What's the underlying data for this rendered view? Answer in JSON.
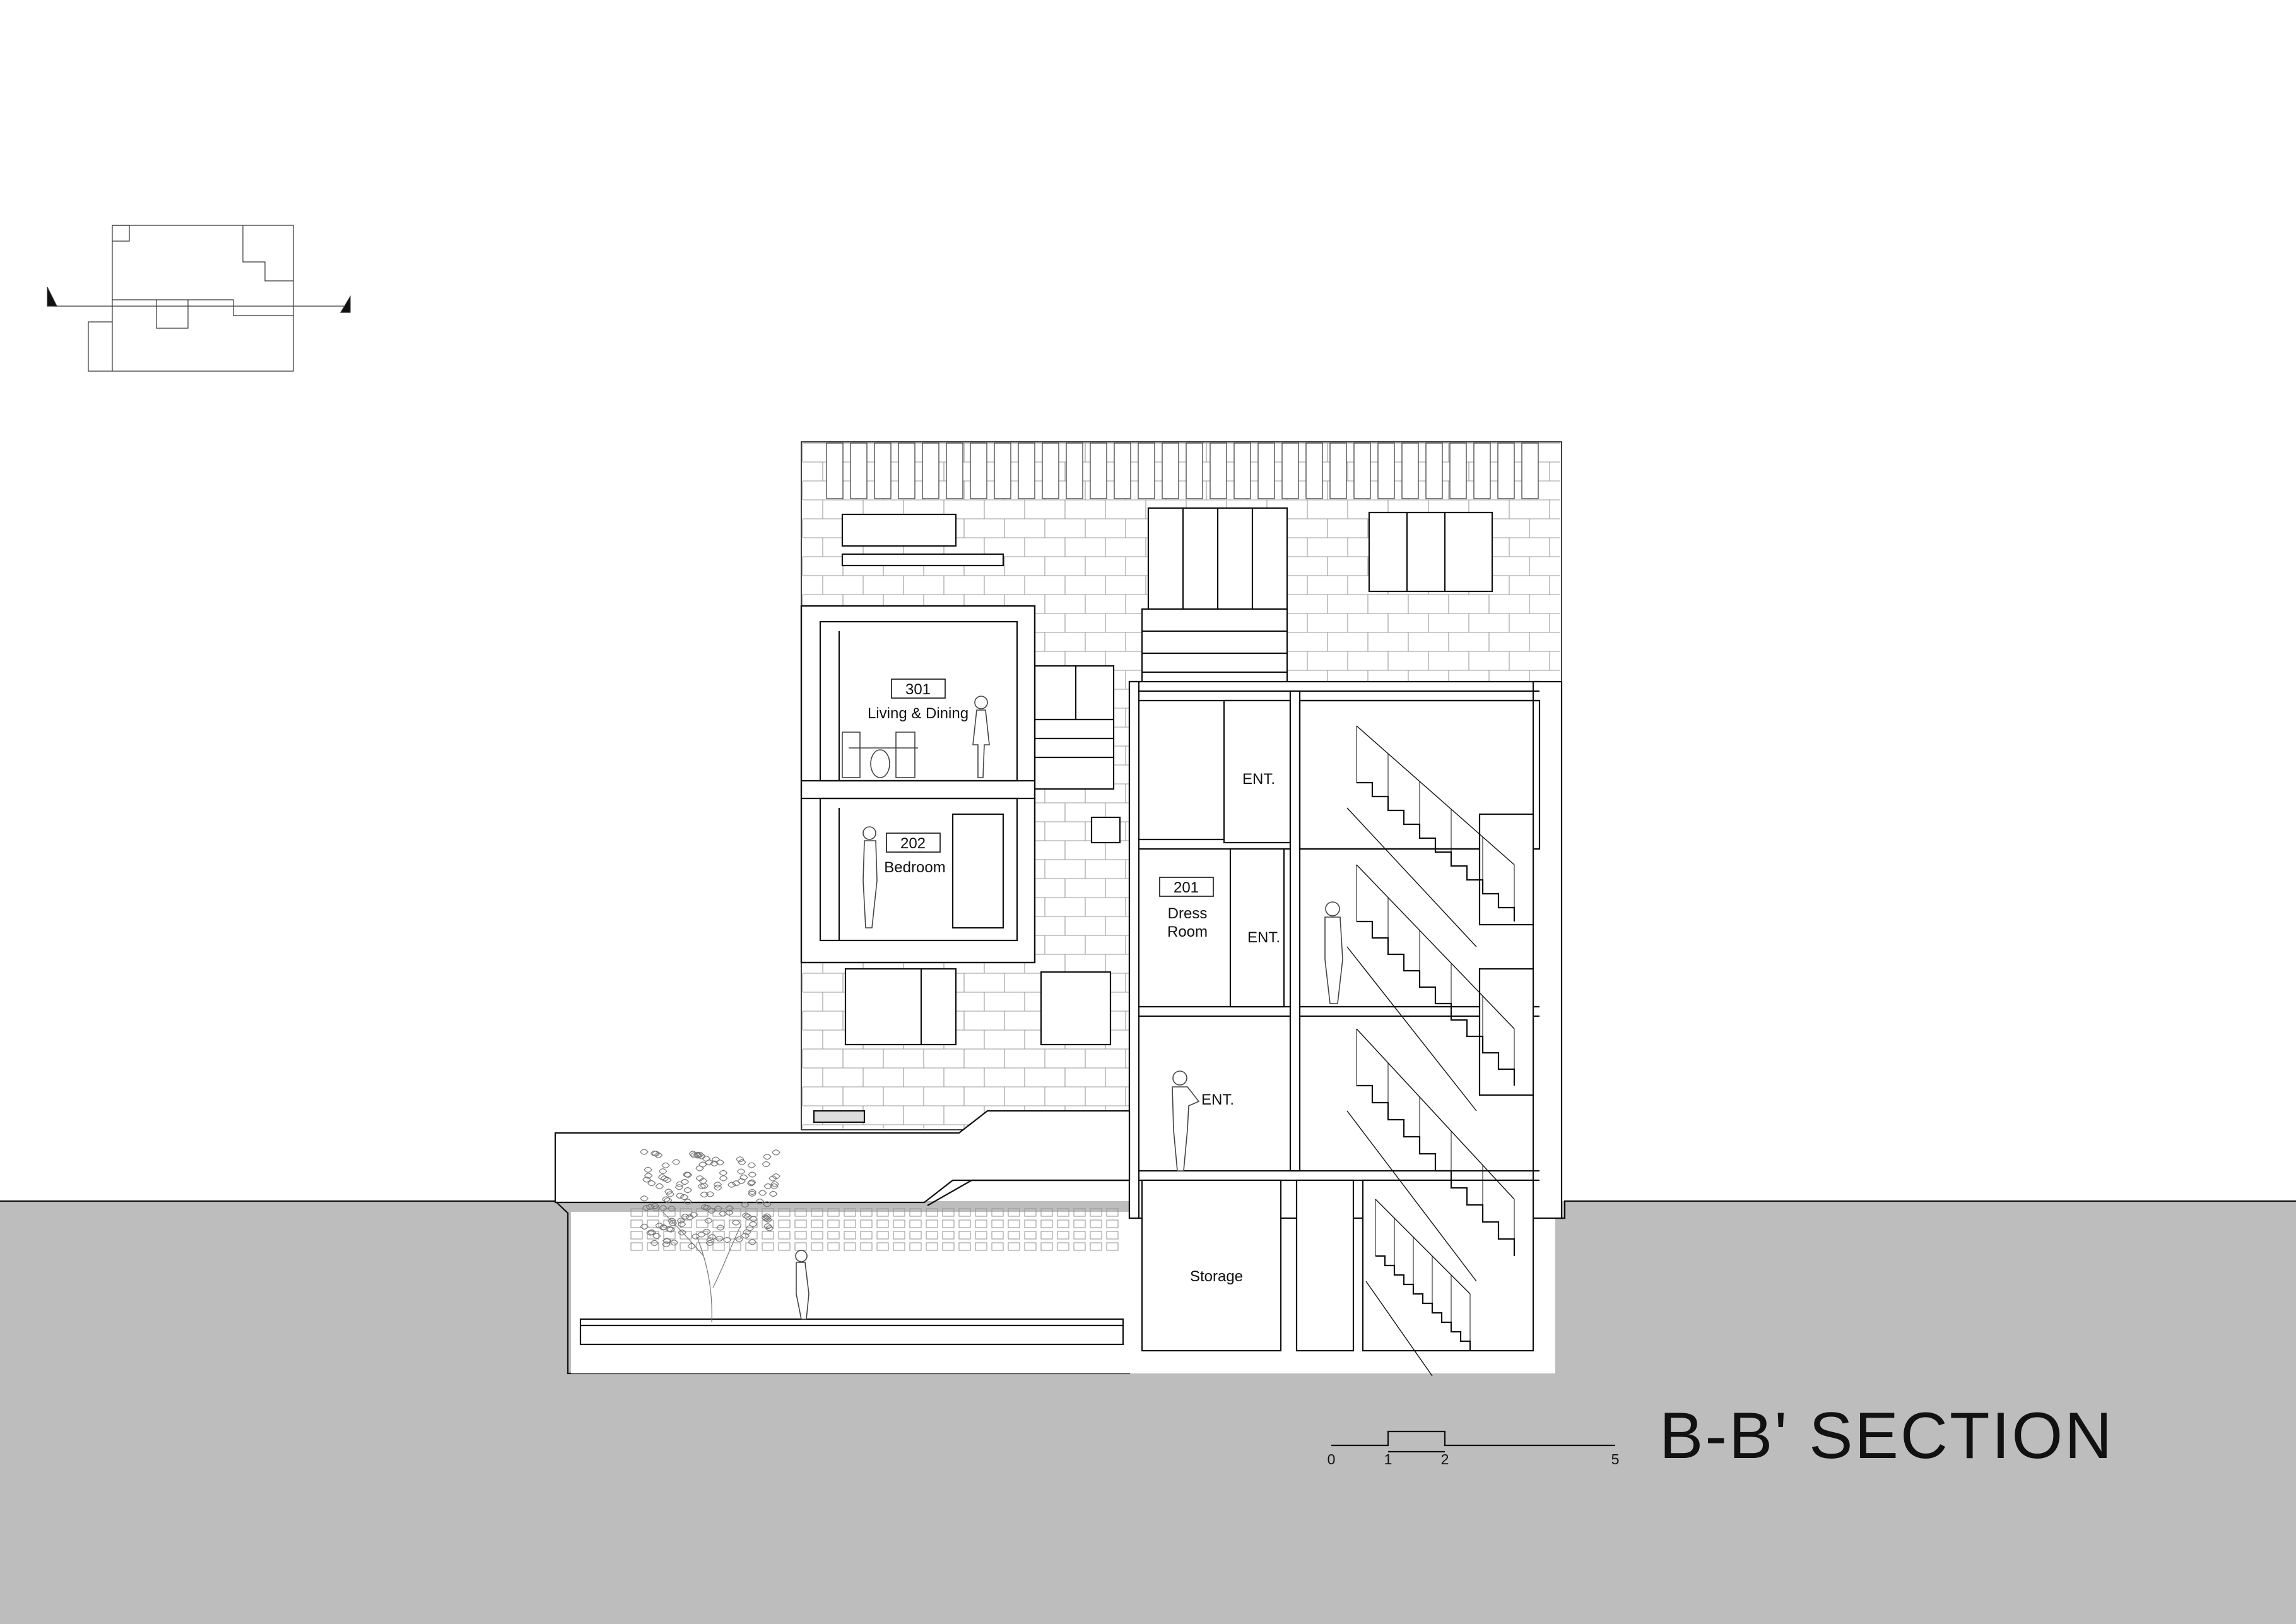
{
  "rooms": [
    {
      "number": "301",
      "name": "Living & Dining"
    },
    {
      "number": "202",
      "name": "Bedroom"
    },
    {
      "number": "201",
      "name": "Dress Room"
    }
  ],
  "entrances": [
    "ENT.",
    "ENT.",
    "ENT."
  ],
  "storage_label": "Storage",
  "scale_bar": {
    "ticks": [
      "0",
      "1",
      "2",
      "5"
    ]
  },
  "title": "B-B' SECTION"
}
